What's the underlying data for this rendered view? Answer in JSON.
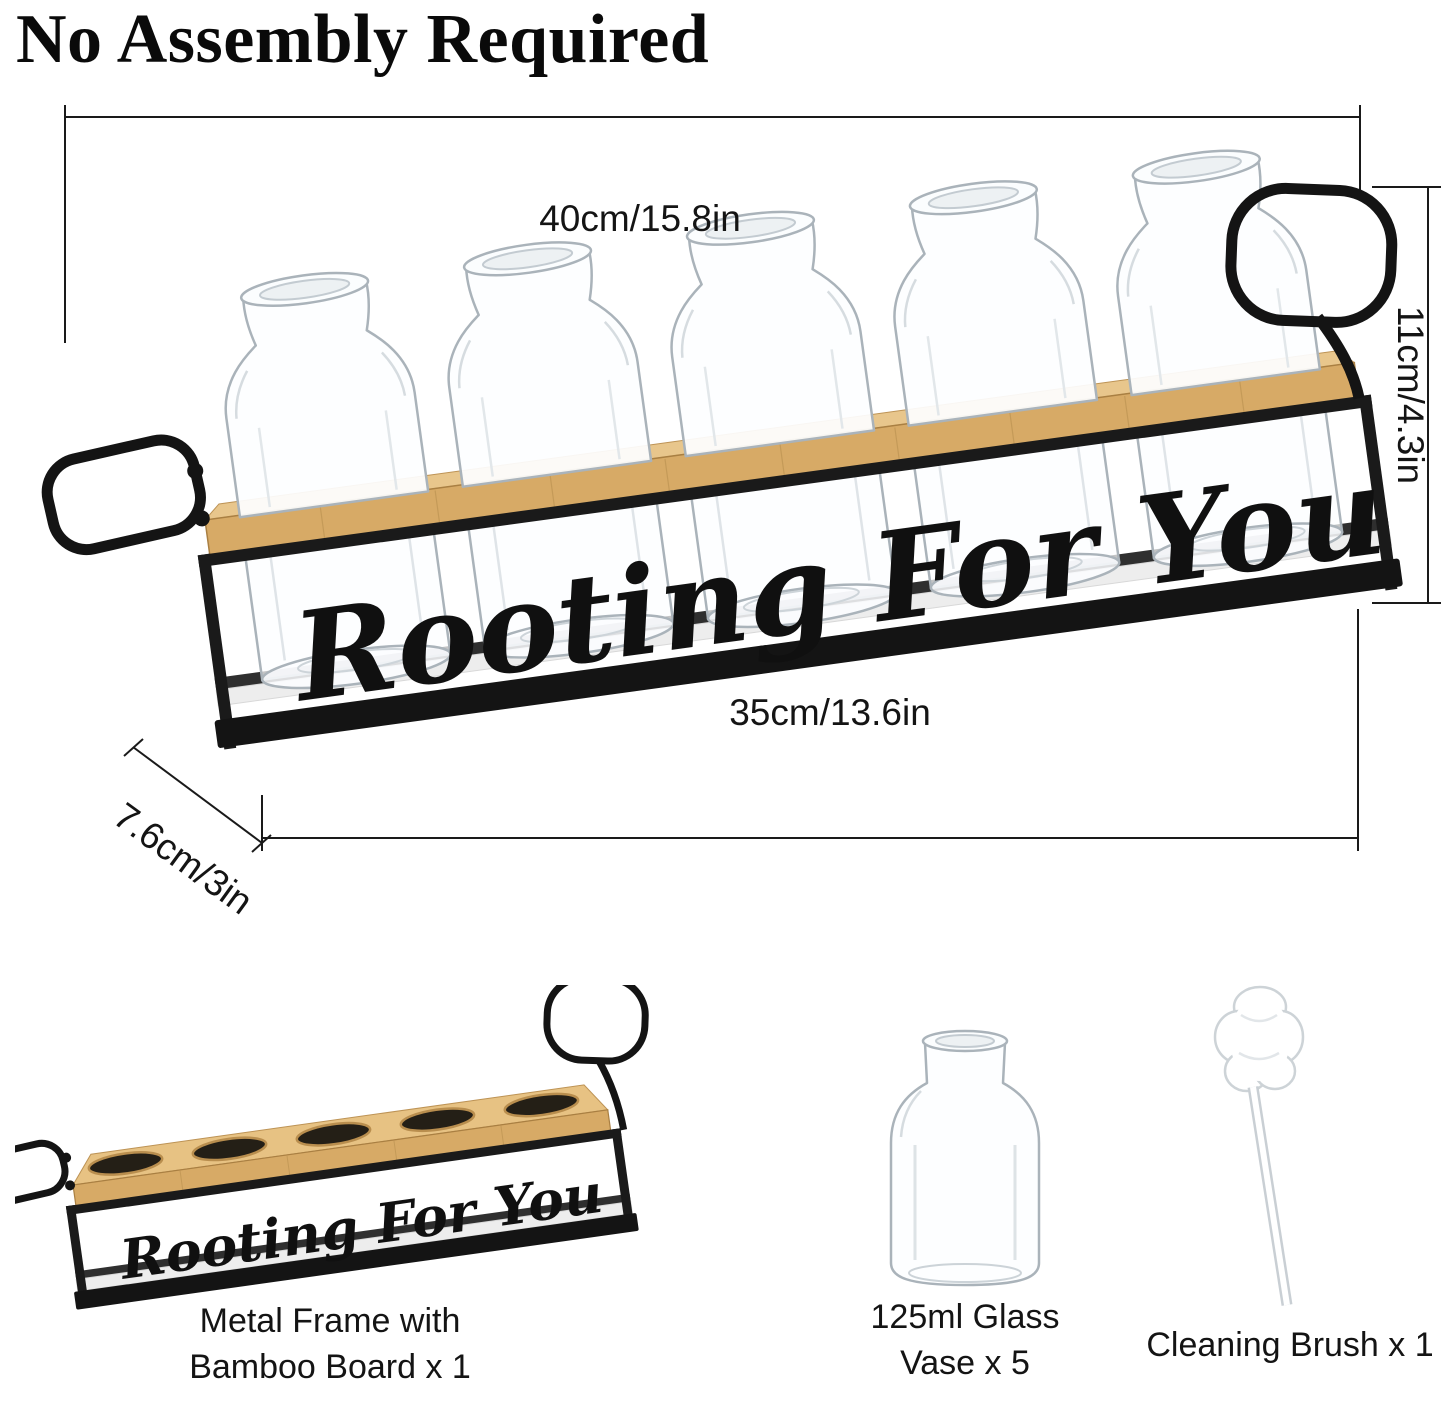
{
  "title": "No Assembly Required",
  "product": {
    "script_text": "Rooting For You",
    "dimensions": {
      "overall_width": "40cm/15.8in",
      "height": "11cm/4.3in",
      "base_width": "35cm/13.6in",
      "depth": "7.6cm/3in"
    }
  },
  "components": [
    {
      "id": "metal-frame",
      "label_lines": [
        "Metal Frame with",
        "Bamboo Board x 1"
      ]
    },
    {
      "id": "glass-vase",
      "label_lines": [
        "125ml Glass",
        "Vase x 5"
      ]
    },
    {
      "id": "cleaning-brush",
      "label_lines": [
        "Cleaning Brush x 1"
      ]
    }
  ],
  "colors": {
    "metal_black": "#141414",
    "bamboo_tan": "#d7aa66",
    "bamboo_top": "#e8c68c",
    "glass_outline": "#aab3ba",
    "label_text": "#141414",
    "background": "#ffffff"
  }
}
